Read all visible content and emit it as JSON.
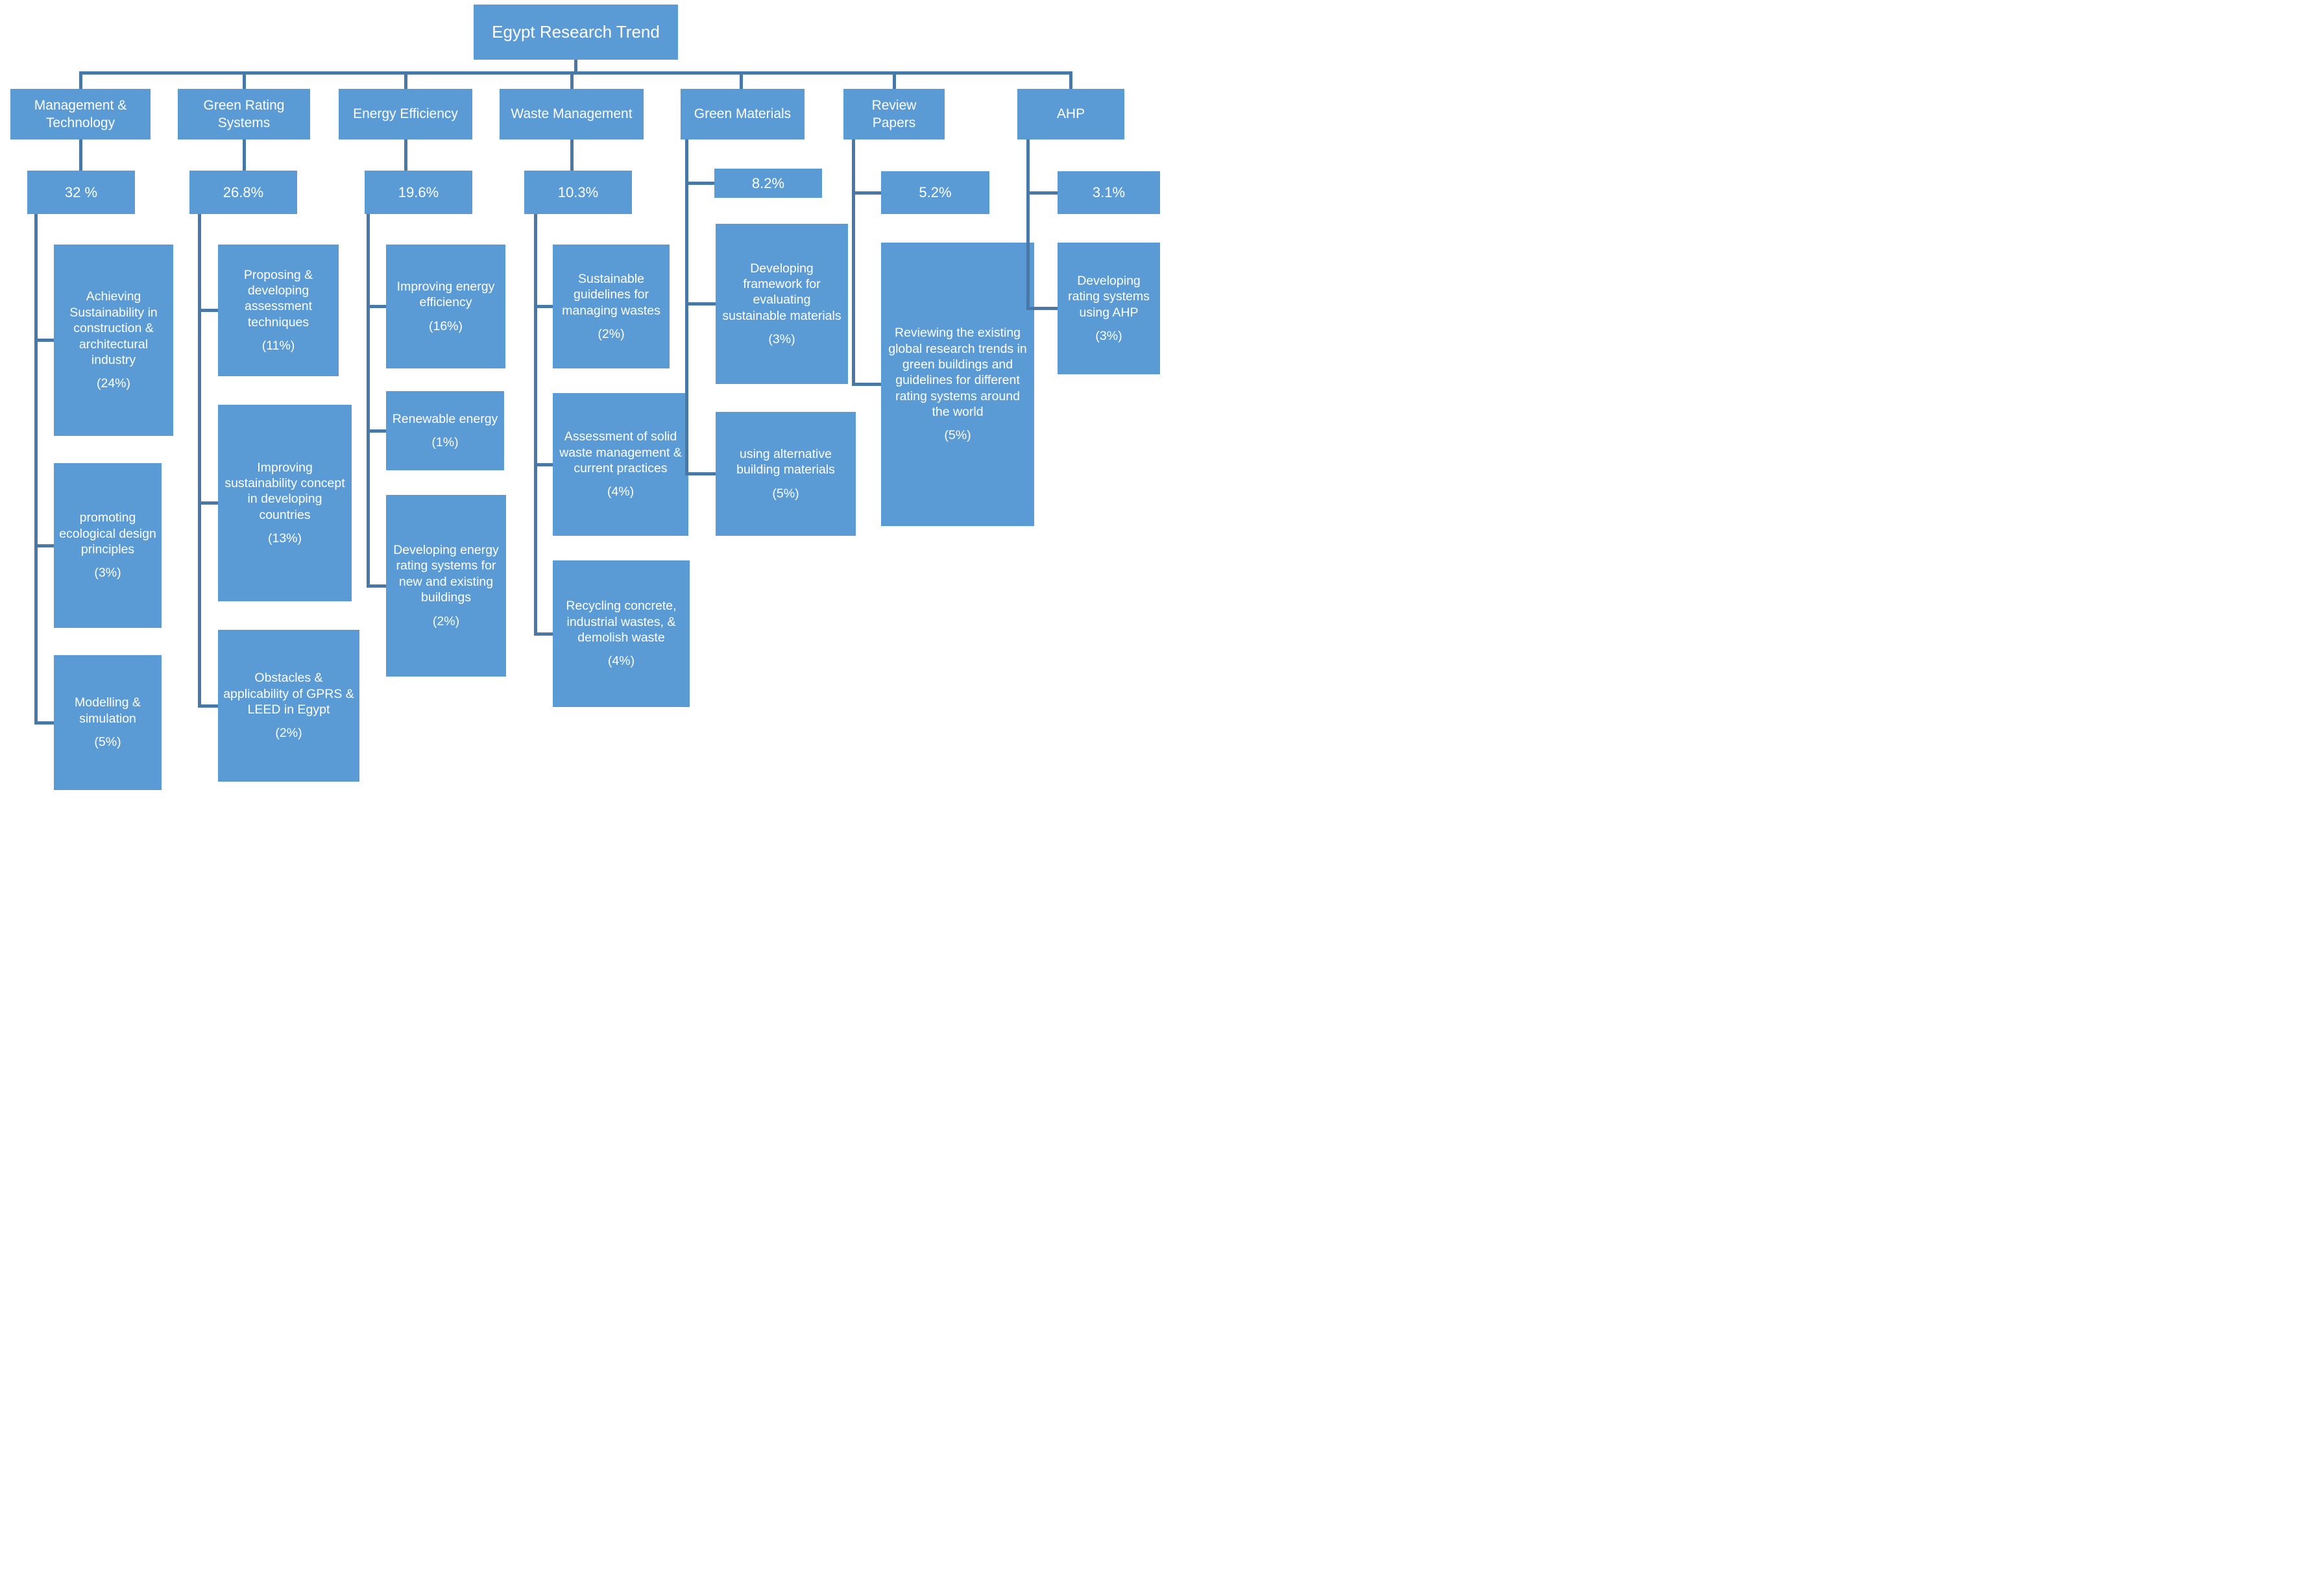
{
  "title": "Egypt Research Trend",
  "colors": {
    "box": "#5b9bd5",
    "connector": "#4878a8",
    "text": "#ffffff",
    "background": "#ffffff"
  },
  "tree": {
    "root": "Egypt Research Trend",
    "columns": [
      {
        "label": "Management & Technology",
        "share": "32 %",
        "children": [
          {
            "label": "Achieving Sustainability in construction & architectural industry",
            "pct": "(24%)"
          },
          {
            "label": "promoting ecological design principles",
            "pct": "(3%)"
          },
          {
            "label": "Modelling & simulation",
            "pct": "(5%)"
          }
        ]
      },
      {
        "label": "Green Rating Systems",
        "share": "26.8%",
        "children": [
          {
            "label": "Proposing & developing assessment techniques",
            "pct": "(11%)"
          },
          {
            "label": "Improving sustainability concept in developing countries",
            "pct": "(13%)"
          },
          {
            "label": "Obstacles & applicability of GPRS & LEED in Egypt",
            "pct": "(2%)"
          }
        ]
      },
      {
        "label": "Energy Efficiency",
        "share": "19.6%",
        "children": [
          {
            "label": "Improving energy efficiency",
            "pct": "(16%)"
          },
          {
            "label": "Renewable energy",
            "pct": "(1%)"
          },
          {
            "label": "Developing energy rating systems for new and existing buildings",
            "pct": "(2%)"
          }
        ]
      },
      {
        "label": "Waste Management",
        "share": "10.3%",
        "children": [
          {
            "label": "Sustainable guidelines for managing wastes",
            "pct": "(2%)"
          },
          {
            "label": "Assessment of solid waste management & current practices",
            "pct": "(4%)"
          },
          {
            "label": "Recycling concrete, industrial wastes, & demolish waste",
            "pct": "(4%)"
          }
        ]
      },
      {
        "label": "Green Materials",
        "share": "8.2%",
        "children": [
          {
            "label": "Developing framework for evaluating sustainable materials",
            "pct": "(3%)"
          },
          {
            "label": "using alternative building materials",
            "pct": "(5%)"
          }
        ]
      },
      {
        "label": "Review Papers",
        "share": "5.2%",
        "children": [
          {
            "label": "Reviewing the existing global research trends in green buildings and guidelines for different rating systems around the world",
            "pct": "(5%)"
          }
        ]
      },
      {
        "label": "AHP",
        "share": "3.1%",
        "children": [
          {
            "label": "Developing rating systems using AHP",
            "pct": "(3%)"
          }
        ]
      }
    ]
  }
}
